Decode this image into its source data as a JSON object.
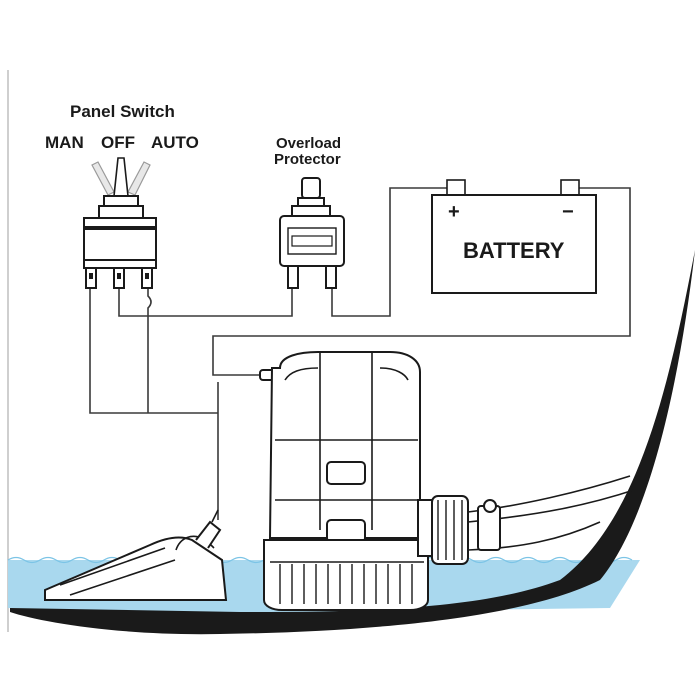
{
  "switch": {
    "title": "Panel Switch",
    "positions": [
      "MAN",
      "OFF",
      "AUTO"
    ]
  },
  "protector": {
    "line1": "Overload",
    "line2": "Protector"
  },
  "battery": {
    "label": "BATTERY",
    "plus": "+",
    "minus": "−"
  },
  "colors": {
    "water": "#a9d8ee",
    "water_line": "#7cc4e6",
    "ink": "#1a1a1a",
    "wire": "#3a3a3a"
  }
}
